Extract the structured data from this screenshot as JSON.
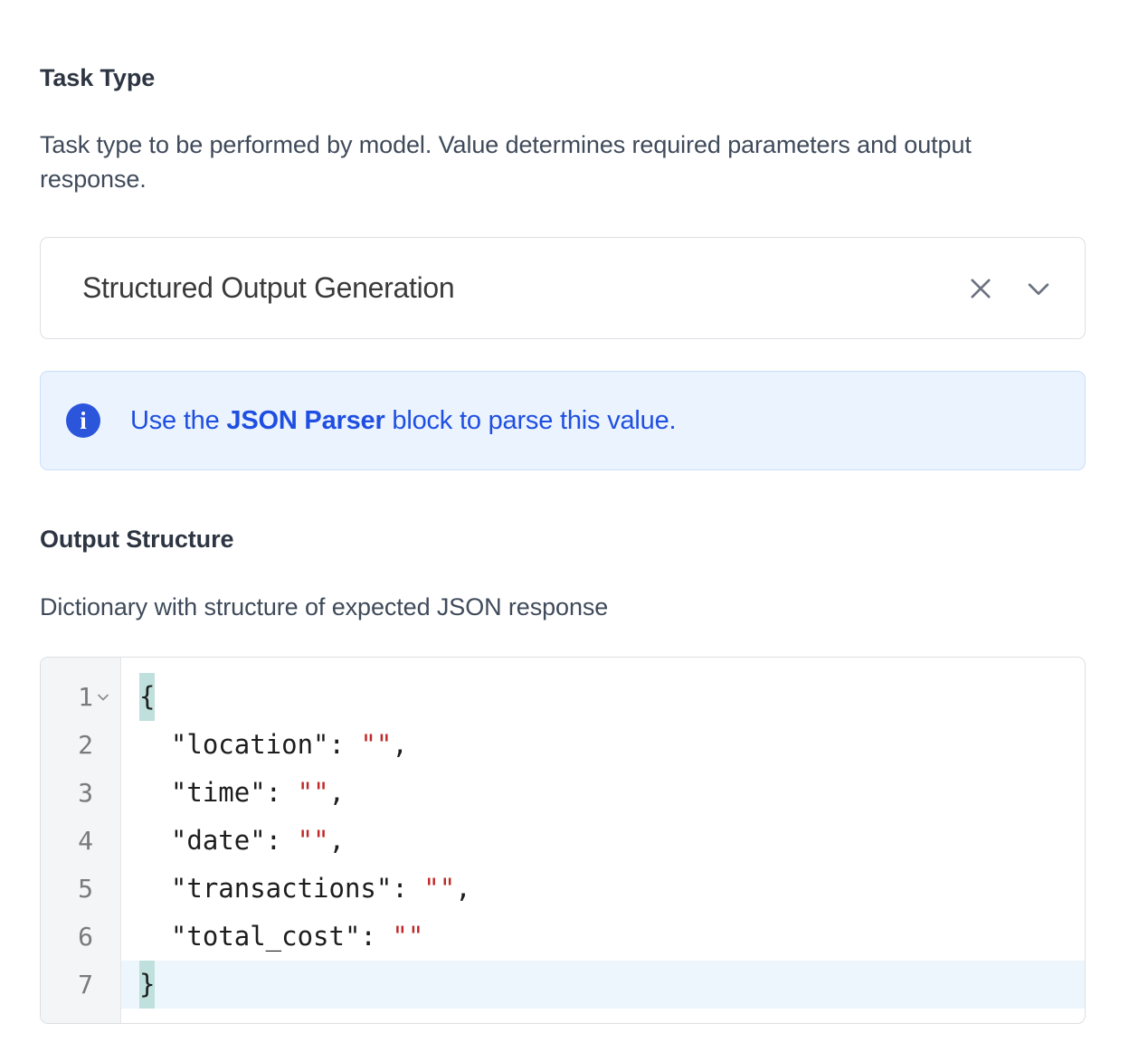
{
  "task_type": {
    "label": "Task Type",
    "description": "Task type to be performed by model. Value determines required parameters and output response.",
    "select": {
      "value": "Structured Output Generation",
      "clear_icon": "close-icon",
      "expand_icon": "chevron-down-icon"
    }
  },
  "info_banner": {
    "icon": "info-circle-icon",
    "text_before": "Use the ",
    "text_strong": "JSON Parser",
    "text_after": " block to parse this value."
  },
  "output_structure": {
    "label": "Output Structure",
    "description": "Dictionary with structure of expected JSON response",
    "editor": {
      "lines": [
        {
          "n": "1",
          "foldable": true,
          "active": false,
          "segments": [
            {
              "t": "{",
              "c": "brace"
            }
          ]
        },
        {
          "n": "2",
          "foldable": false,
          "active": false,
          "segments": [
            {
              "t": "  \"location\": ",
              "c": "key"
            },
            {
              "t": "\"\"",
              "c": "str"
            },
            {
              "t": ",",
              "c": "punct"
            }
          ]
        },
        {
          "n": "3",
          "foldable": false,
          "active": false,
          "segments": [
            {
              "t": "  \"time\": ",
              "c": "key"
            },
            {
              "t": "\"\"",
              "c": "str"
            },
            {
              "t": ",",
              "c": "punct"
            }
          ]
        },
        {
          "n": "4",
          "foldable": false,
          "active": false,
          "segments": [
            {
              "t": "  \"date\": ",
              "c": "key"
            },
            {
              "t": "\"\"",
              "c": "str"
            },
            {
              "t": ",",
              "c": "punct"
            }
          ]
        },
        {
          "n": "5",
          "foldable": false,
          "active": false,
          "segments": [
            {
              "t": "  \"transactions\": ",
              "c": "key"
            },
            {
              "t": "\"\"",
              "c": "str"
            },
            {
              "t": ",",
              "c": "punct"
            }
          ]
        },
        {
          "n": "6",
          "foldable": false,
          "active": false,
          "segments": [
            {
              "t": "  \"total_cost\": ",
              "c": "key"
            },
            {
              "t": "\"\"",
              "c": "str"
            }
          ]
        },
        {
          "n": "7",
          "foldable": false,
          "active": true,
          "segments": [
            {
              "t": "}",
              "c": "brace"
            }
          ]
        }
      ]
    }
  },
  "colors": {
    "accent_blue": "#1f4fe0",
    "info_bg": "#ebf3fe",
    "info_border": "#c9dffc",
    "heading": "#2d3542",
    "body_text": "#3f4a5a",
    "border": "#dcdfe3",
    "gutter_bg": "#f4f5f6",
    "active_line": "#edf6fd",
    "bracket_match": "#bfe0dc",
    "string_red": "#c02828"
  }
}
